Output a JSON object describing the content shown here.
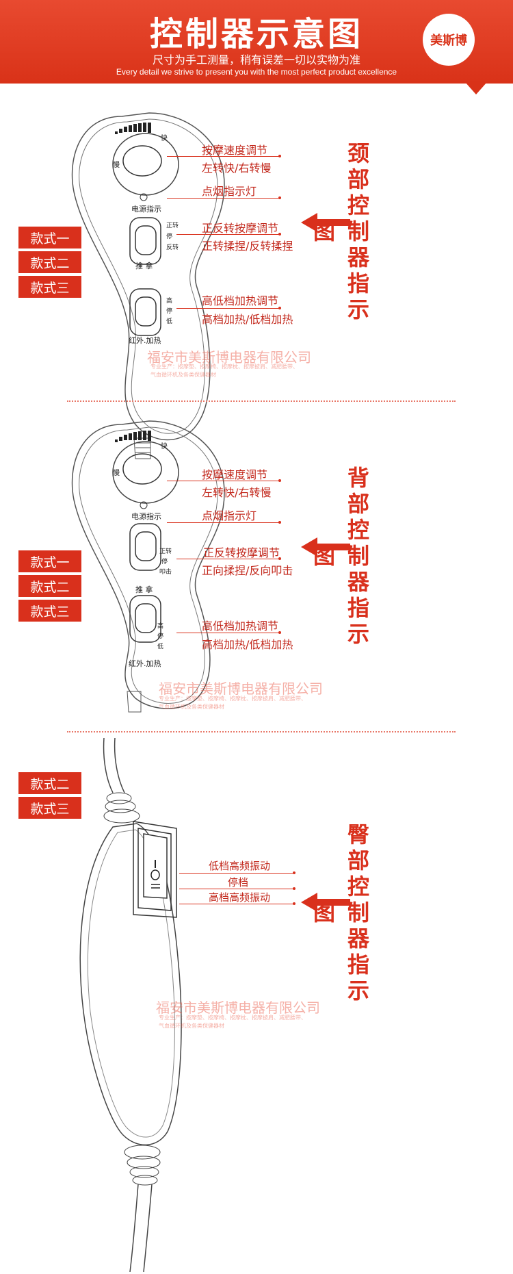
{
  "header": {
    "title": "控制器示意图",
    "subtitle": "尺寸为手工测量，稍有误差一切以实物为准",
    "english": "Every detail we strive to present you with the most perfect product excellence",
    "logo": "美斯博",
    "color": "#d93218"
  },
  "sections": [
    {
      "styles": [
        "款式一",
        "款式二",
        "款式三"
      ],
      "title": "颈部控制器指示图",
      "device_labels": {
        "slow": "慢",
        "fast": "快",
        "power": "电源指示",
        "switch1_top": "正转",
        "switch1_mid": "停",
        "switch1_bot": "反转",
        "switch1_name": "推 拿",
        "switch2_top": "高",
        "switch2_mid": "停",
        "switch2_bot": "低",
        "switch2_name": "红外.加热"
      },
      "annotations": [
        "按摩速度调节",
        "左转快/右转慢",
        "点烟指示灯",
        "正反转按摩调节",
        "正转揉捏/反转揉捏",
        "高低档加热调节",
        "高档加热/低档加热"
      ]
    },
    {
      "styles": [
        "款式一",
        "款式二",
        "款式三"
      ],
      "title": "背部控制器指示图",
      "device_labels": {
        "slow": "慢",
        "fast": "快",
        "power": "电源指示",
        "switch1_top": "正转",
        "switch1_mid": "停",
        "switch1_bot": "叩击",
        "switch1_name": "推 拿",
        "switch2_top": "高",
        "switch2_mid": "停",
        "switch2_bot": "低",
        "switch2_name": "红外.加热"
      },
      "annotations": [
        "按摩速度调节",
        "左转快/右转慢",
        "点烟指示灯",
        "正反转按摩调节",
        "正向揉捏/反向叩击",
        "高低档加热调节",
        "高档加热/低档加热"
      ]
    },
    {
      "styles": [
        "款式二",
        "款式三"
      ],
      "title": "臀部控制器指示图",
      "annotations": [
        "低档高频振动",
        "停档",
        "高档高频振动"
      ]
    }
  ],
  "watermark": {
    "company": "福安市美斯博电器有限公司",
    "line1": "专业生产：按摩垫、按摩椅、按摩枕、按摩披肩、减肥腰带、",
    "line2": "气血循环机及各类保健器材"
  }
}
